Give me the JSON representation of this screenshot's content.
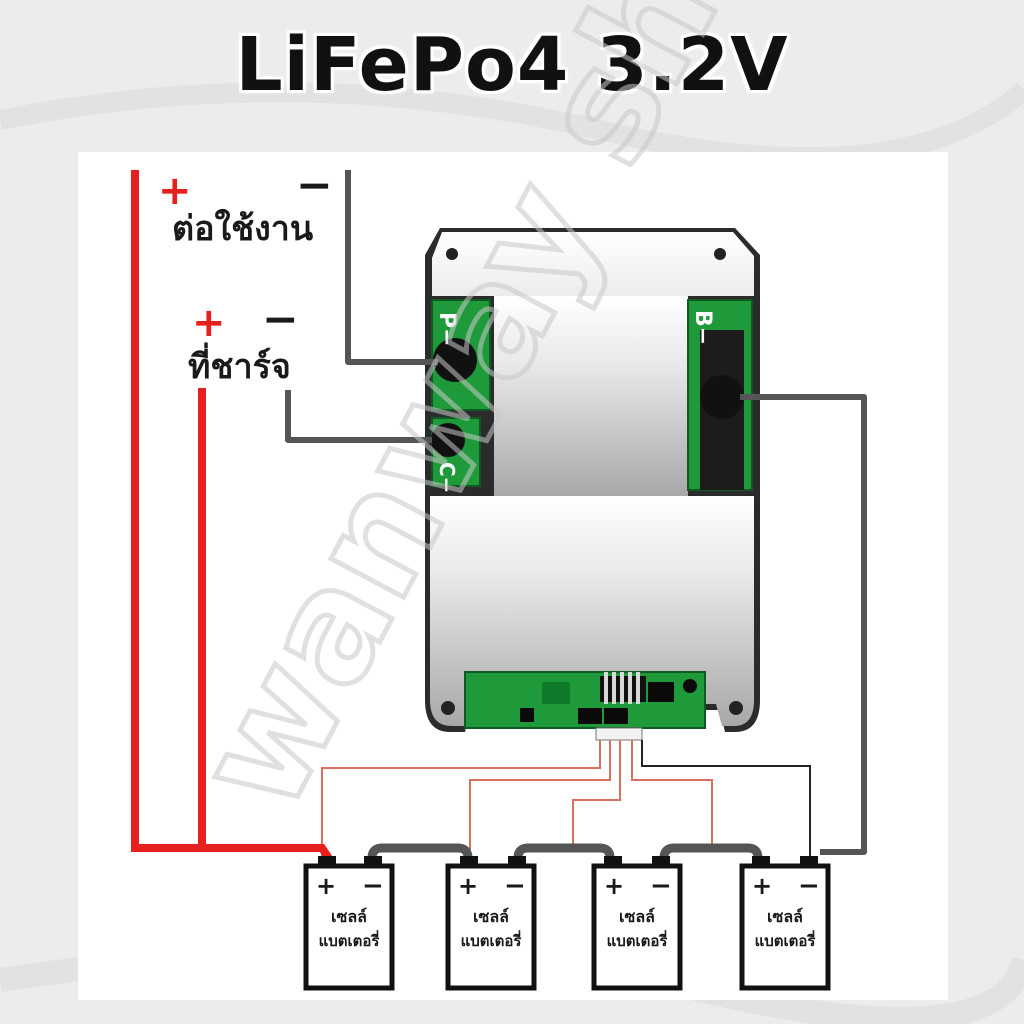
{
  "title": "LiFePo4 3.2V",
  "watermark": "wanway shop",
  "labels": {
    "load_text": "ต่อใช้งาน",
    "charger_text": "ที่ชาร์จ",
    "plus": "+",
    "minus": "−"
  },
  "bms": {
    "p_terminal": "P−",
    "c_terminal": "C−",
    "b_terminal": "B−"
  },
  "cells": [
    {
      "line1": "เซลล์",
      "line2": "แบตเตอรี่",
      "plus": "+",
      "minus": "−"
    },
    {
      "line1": "เซลล์",
      "line2": "แบตเตอรี่",
      "plus": "+",
      "minus": "−"
    },
    {
      "line1": "เซลล์",
      "line2": "แบตเตอรี่",
      "plus": "+",
      "minus": "−"
    },
    {
      "line1": "เซลล์",
      "line2": "แบตเตอรี่",
      "plus": "+",
      "minus": "−"
    }
  ],
  "colors": {
    "positive_wire": "#e8201d",
    "negative_wire": "#555555",
    "balance_wire": "#d9705f",
    "pcb_green": "#1f9a3a",
    "plate_light": "#f4f4f4",
    "plate_dark": "#9a9a9a"
  }
}
